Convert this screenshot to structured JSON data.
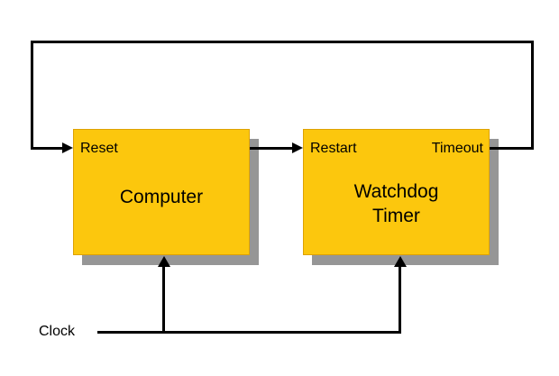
{
  "diagram": {
    "kind": "block-diagram",
    "colors": {
      "background": "#ffffff",
      "node_fill": "#fcc70d",
      "node_border": "#dda204",
      "node_shadow": "#969696",
      "line": "#000000",
      "text": "#000000"
    },
    "nodes": {
      "computer": {
        "title": "Computer",
        "port_reset": "Reset"
      },
      "watchdog": {
        "title_line1": "Watchdog",
        "title_line2": "Timer",
        "port_restart": "Restart",
        "port_timeout": "Timeout"
      }
    },
    "external_signals": {
      "clock": "Clock"
    },
    "edges": [
      {
        "from": "Computer",
        "to": "Watchdog Timer (Restart)",
        "style": "arrow-right"
      },
      {
        "from": "Watchdog Timer (Timeout)",
        "to": "Computer (Reset)",
        "style": "feedback-loop-over-top"
      },
      {
        "from": "Clock",
        "to": "Computer (bottom)",
        "style": "arrow-up"
      },
      {
        "from": "Clock",
        "to": "Watchdog Timer (bottom)",
        "style": "arrow-up"
      }
    ]
  }
}
